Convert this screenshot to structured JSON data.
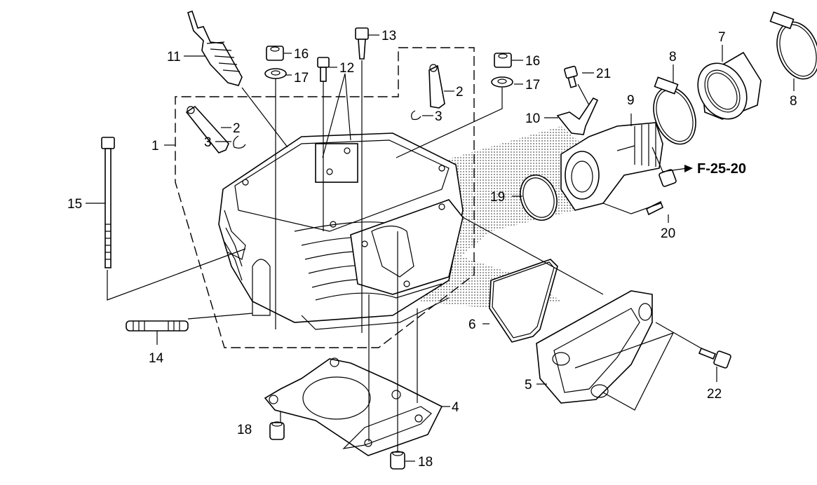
{
  "diagram": {
    "title": "Cylinder Head Exploded Parts Diagram",
    "reference": "F-25-20",
    "callouts": [
      {
        "id": "c1",
        "label": "1"
      },
      {
        "id": "c2a",
        "label": "2"
      },
      {
        "id": "c2b",
        "label": "2"
      },
      {
        "id": "c3a",
        "label": "3"
      },
      {
        "id": "c3b",
        "label": "3"
      },
      {
        "id": "c4",
        "label": "4"
      },
      {
        "id": "c5",
        "label": "5"
      },
      {
        "id": "c6",
        "label": "6"
      },
      {
        "id": "c7",
        "label": "7"
      },
      {
        "id": "c8a",
        "label": "8"
      },
      {
        "id": "c8b",
        "label": "8"
      },
      {
        "id": "c9",
        "label": "9"
      },
      {
        "id": "c10",
        "label": "10"
      },
      {
        "id": "c11",
        "label": "11"
      },
      {
        "id": "c12",
        "label": "12"
      },
      {
        "id": "c13",
        "label": "13"
      },
      {
        "id": "c14",
        "label": "14"
      },
      {
        "id": "c15",
        "label": "15"
      },
      {
        "id": "c16a",
        "label": "16"
      },
      {
        "id": "c16b",
        "label": "16"
      },
      {
        "id": "c17a",
        "label": "17"
      },
      {
        "id": "c17b",
        "label": "17"
      },
      {
        "id": "c18a",
        "label": "18"
      },
      {
        "id": "c18b",
        "label": "18"
      },
      {
        "id": "c19",
        "label": "19"
      },
      {
        "id": "c20",
        "label": "20"
      },
      {
        "id": "c21",
        "label": "21"
      },
      {
        "id": "c22",
        "label": "22"
      }
    ]
  }
}
